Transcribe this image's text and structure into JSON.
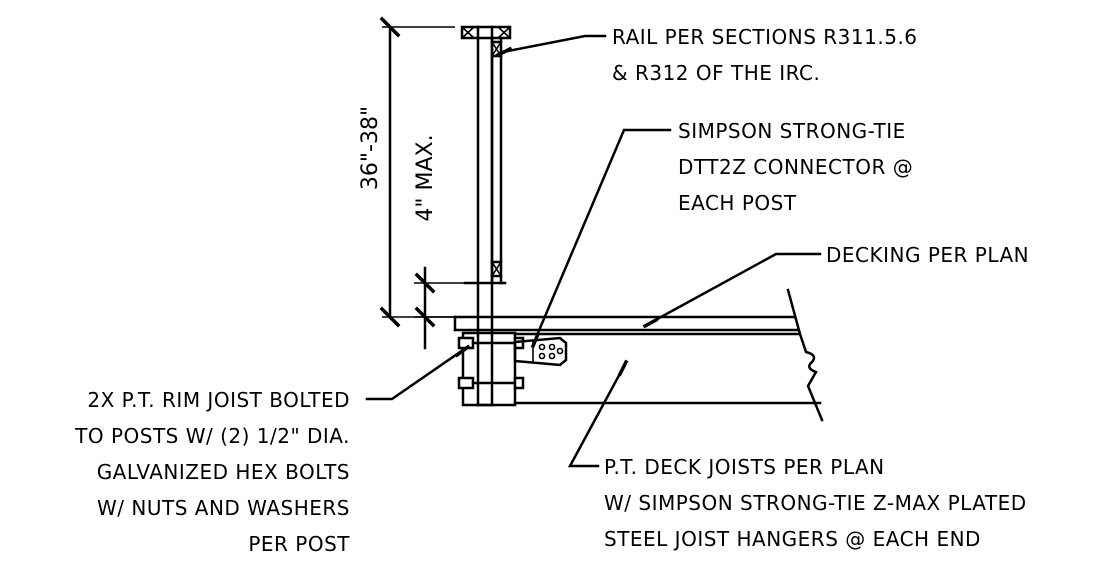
{
  "colors": {
    "ink": "#000000",
    "paper": "#ffffff"
  },
  "labels": {
    "rail_line1": "RAIL PER SECTIONS R311.5.6",
    "rail_line2": "& R312 OF THE IRC.",
    "connector_line1": "SIMPSON STRONG-TIE",
    "connector_line2": "DTT2Z CONNECTOR @",
    "connector_line3": "EACH POST",
    "decking": "DECKING PER PLAN",
    "rim_line1": "2X P.T. RIM JOIST BOLTED",
    "rim_line2": "TO POSTS W/ (2) 1/2\" DIA.",
    "rim_line3": "GALVANIZED HEX BOLTS",
    "rim_line4": "W/ NUTS AND WASHERS",
    "rim_line5": "PER POST",
    "joist_line1": "P.T. DECK JOISTS PER PLAN",
    "joist_line2": "W/ SIMPSON STRONG-TIE Z-MAX PLATED",
    "joist_line3": "STEEL JOIST HANGERS @ EACH END"
  },
  "dimensions": {
    "rail_height": "36\"-38\"",
    "baluster_gap": "4\" MAX."
  }
}
